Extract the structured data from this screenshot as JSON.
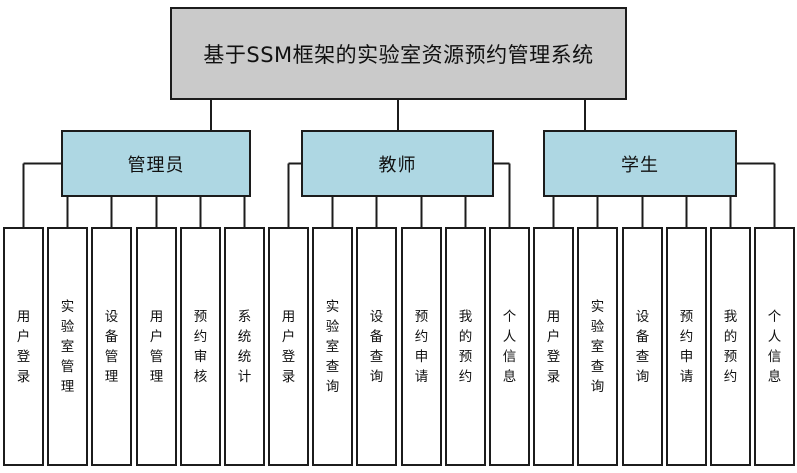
{
  "diagram": {
    "title": "基于SSM框架的实验室资源预约管理系统",
    "colors": {
      "background": "#ffffff",
      "root_fill": "#cacaca",
      "group_fill": "#aed7e3",
      "child_fill": "#ffffff",
      "border": "#1c1c1c",
      "line": "#1c1c1c"
    },
    "groups": [
      {
        "label": "管理员",
        "children": [
          "用户登录",
          "实验室管理",
          "设备管理",
          "用户管理",
          "预约审核",
          "系统统计"
        ]
      },
      {
        "label": "教师",
        "children": [
          "用户登录",
          "实验室查询",
          "设备查询",
          "预约申请",
          "我的预约",
          "个人信息"
        ]
      },
      {
        "label": "学生",
        "children": [
          "用户登录",
          "实验室查询",
          "设备查询",
          "预约申请",
          "我的预约",
          "个人信息"
        ]
      }
    ]
  }
}
